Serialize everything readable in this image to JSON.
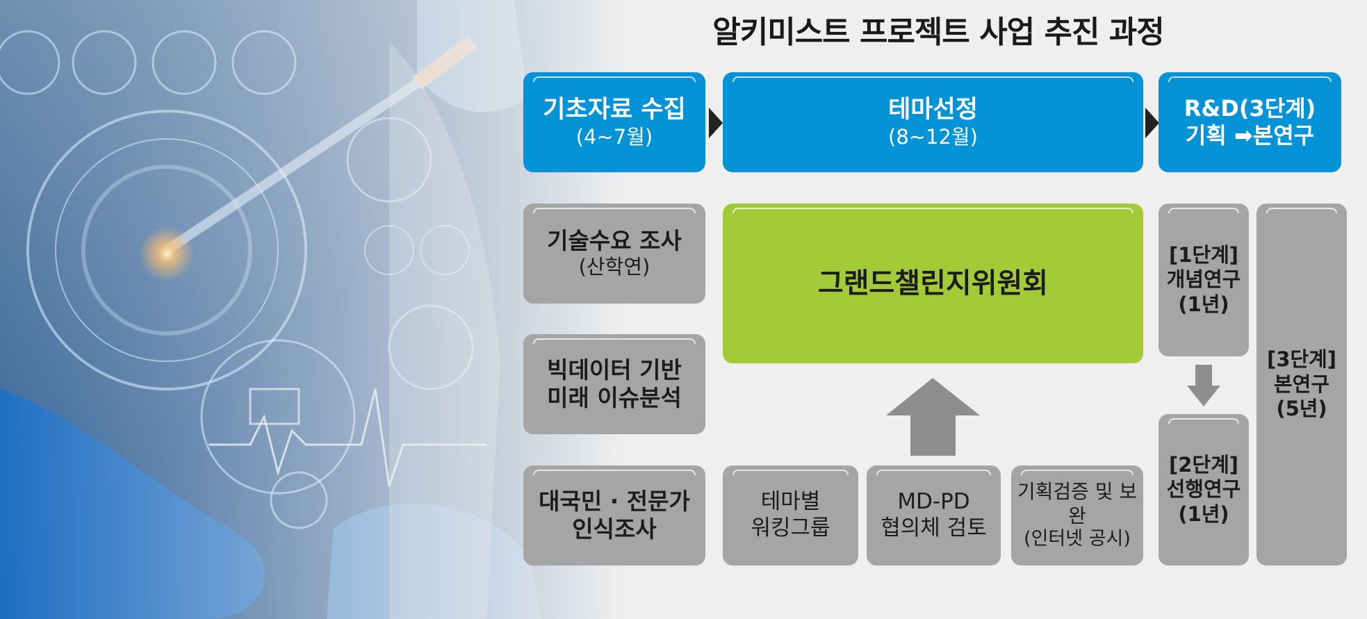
{
  "title": "알키미스트 프로젝트 사업 추진 과정",
  "colors": {
    "blue": "#0593d8",
    "gray": "#a5a5a5",
    "green": "#a3cb38",
    "arrow": "#8e8e8e"
  },
  "phases": [
    {
      "line1": "기초자료 수집",
      "line2": "(4~7월)"
    },
    {
      "line1": "테마선정",
      "line2": "(8~12월)"
    },
    {
      "line1": "R&D(3단계)",
      "line2": "기획 ➡본연구"
    }
  ],
  "left_steps": [
    {
      "line1": "기술수요 조사",
      "line2": "(산학연)"
    },
    {
      "line1": "빅데이터 기반",
      "line2": "미래 이슈분석"
    },
    {
      "line1": "대국민 · 전문가",
      "line2": "인식조사"
    }
  ],
  "committee": "그랜드챌린지위원회",
  "bottom_steps": [
    {
      "line1": "테마별",
      "line2": "워킹그룹"
    },
    {
      "line1": "MD-PD",
      "line2": "협의체 검토"
    },
    {
      "line1": "기획검증 및 보완",
      "line2": "(인터넷 공시)"
    }
  ],
  "stages": [
    {
      "line1": "[1단계]",
      "line2": "개념연구",
      "line3": "(1년)"
    },
    {
      "line1": "[2단계]",
      "line2": "선행연구",
      "line3": "(1년)"
    },
    {
      "line1": "[3단계]",
      "line2": "본연구",
      "line3": "(5년)"
    }
  ]
}
